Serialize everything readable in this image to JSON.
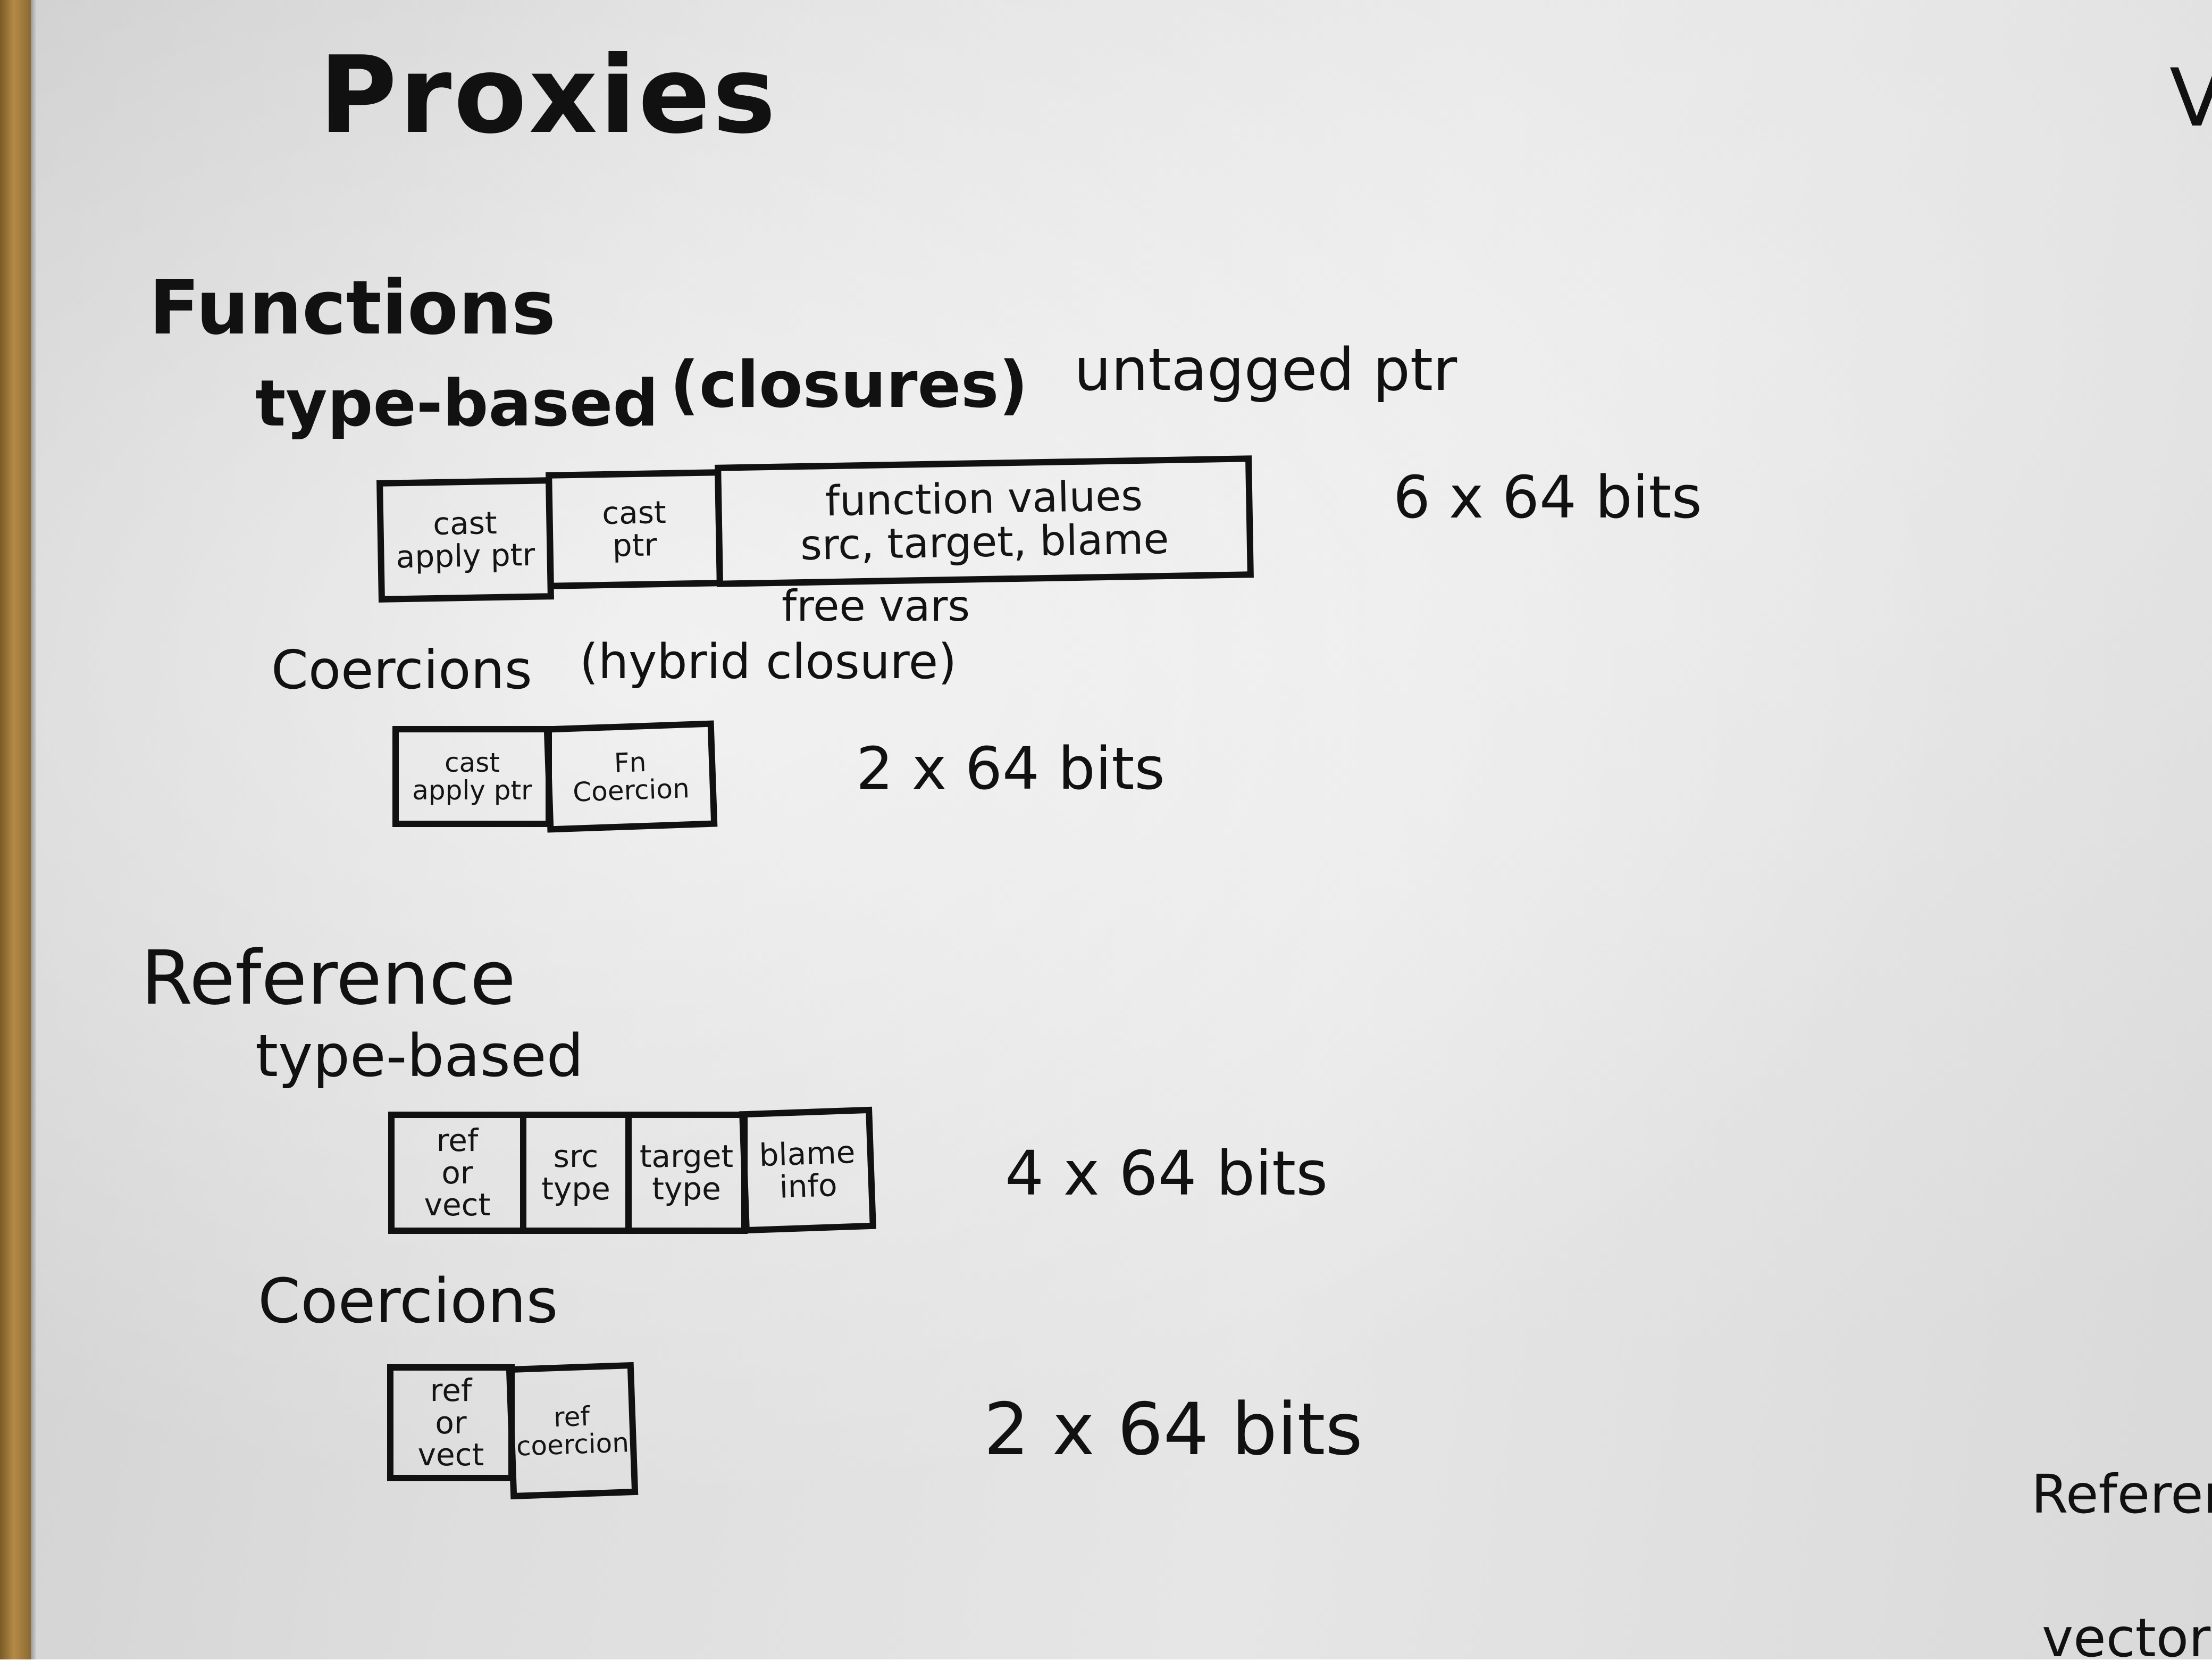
{
  "title": "Proxies",
  "edge_text": {
    "top_right": "V",
    "bottom_right_1": "Referen",
    "bottom_right_2": "vector"
  },
  "functions": {
    "heading": "Functions",
    "type_based": {
      "label": "type-based",
      "paren": "(closures)",
      "note": "untagged ptr",
      "cells": [
        "cast\napply ptr",
        "cast\nptr",
        "function values\nsrc, target, blame"
      ],
      "below_label": "free vars",
      "size": "6 x 64 bits"
    },
    "coercions": {
      "label": "Coercions",
      "paren": "(hybrid closure)",
      "cells": [
        "cast\napply ptr",
        "Fn\nCoercion"
      ],
      "size": "2 x 64 bits"
    }
  },
  "reference": {
    "heading": "Reference",
    "type_based": {
      "label": "type-based",
      "cells": [
        "ref\nor\nvect",
        "src\ntype",
        "target\ntype",
        "blame\ninfo"
      ],
      "size": "4 x 64 bits"
    },
    "coercions": {
      "label": "Coercions",
      "cells": [
        "ref\nor\nvect",
        "ref\ncoercion"
      ],
      "size": "2 x 64 bits"
    }
  }
}
